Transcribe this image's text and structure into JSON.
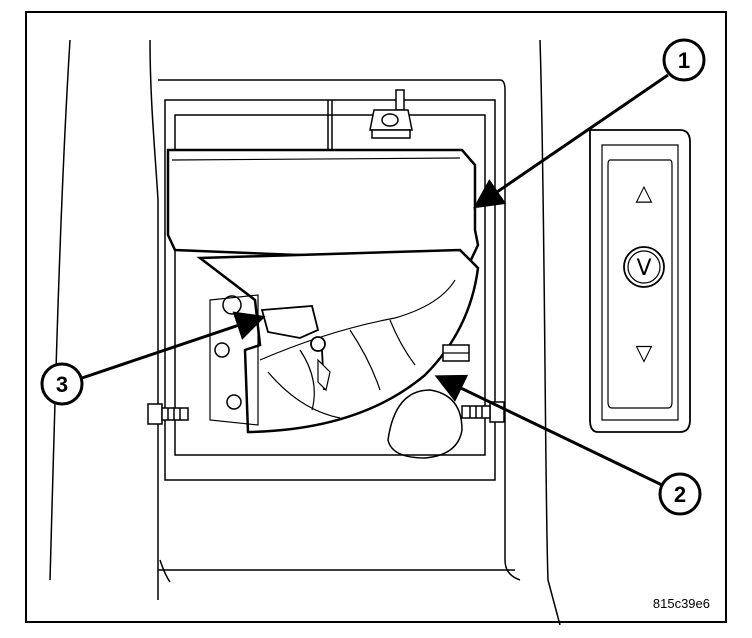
{
  "callouts": [
    {
      "label": "1",
      "target": "cover-top-edge"
    },
    {
      "label": "2",
      "target": "bezel-curved-edge"
    },
    {
      "label": "3",
      "target": "retaining-clip"
    }
  ],
  "switch_buttons": {
    "up": "△",
    "select": "V",
    "down": "▽"
  },
  "reference_code": "815c39e6",
  "colors": {
    "line": "#000000",
    "background": "#ffffff"
  }
}
